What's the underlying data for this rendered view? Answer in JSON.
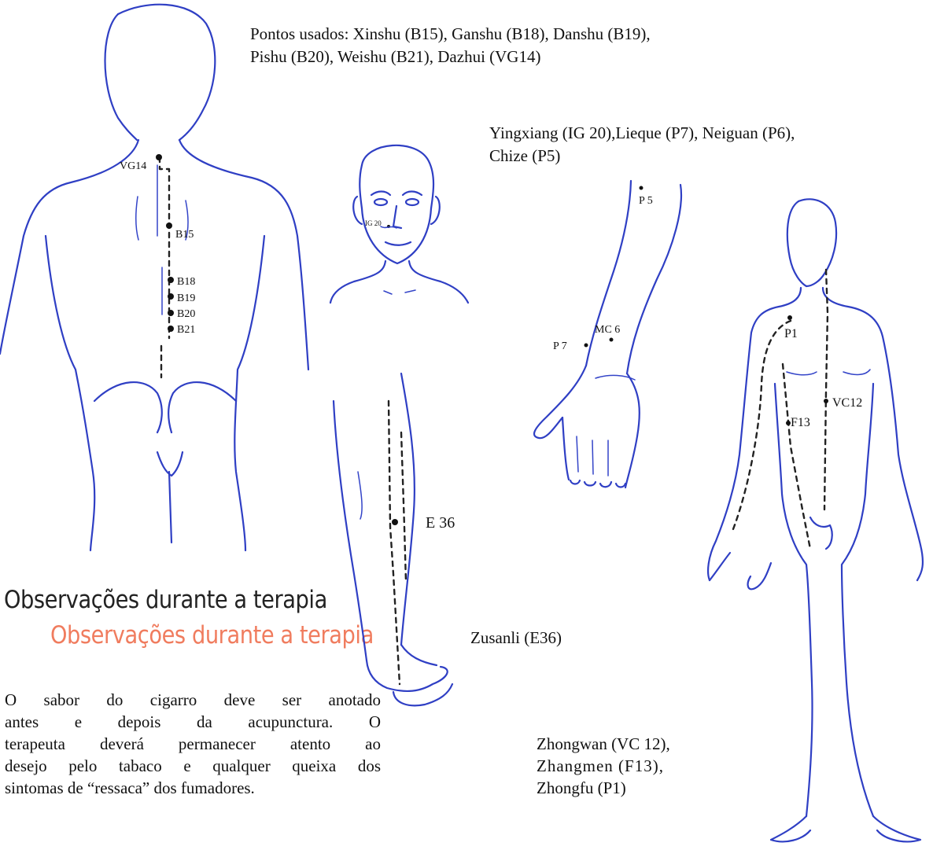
{
  "captions": {
    "points_used_line1": "Pontos usados: Xinshu (B15), Ganshu (B18), Danshu (B19),",
    "points_used_line2": "Pishu (B20), Weishu (B21), Dazhui (VG14)",
    "face_arm_line1": "Yingxiang (IG 20),Lieque (P7),  Neiguan (P6),",
    "face_arm_line2": "Chize (P5)",
    "zusanli": "Zusanli (E36)",
    "body_line1": "Zhongwan (VC 12),",
    "body_line2": "Zhangmen   (F13),",
    "body_line3": "Zhongfu (P1)"
  },
  "headings": {
    "primary": "Observações durante a terapia",
    "secondary": "Observações durante a terapia"
  },
  "paragraph": {
    "line1": "O sabor do cigarro deve ser anotado",
    "line2": "antes e depois da acupunctura. O",
    "line3": "terapeuta deverá permanecer atento ao",
    "line4": "desejo pelo tabaco e qualquer queixa dos",
    "line5": "sintomas de “ressaca” dos fumadores."
  },
  "figure_labels": {
    "back": [
      "VG14",
      "B15",
      "B18",
      "B19",
      "B20",
      "B21"
    ],
    "face": "IG 20",
    "arm": [
      "P 5",
      "MC 6",
      "P 7"
    ],
    "leg": "E 36",
    "body": [
      "P1",
      "VC12",
      "F13"
    ]
  },
  "colors": {
    "outline": "#2f3fc4",
    "heading_secondary": "#f07c5e",
    "text": "#111111"
  }
}
